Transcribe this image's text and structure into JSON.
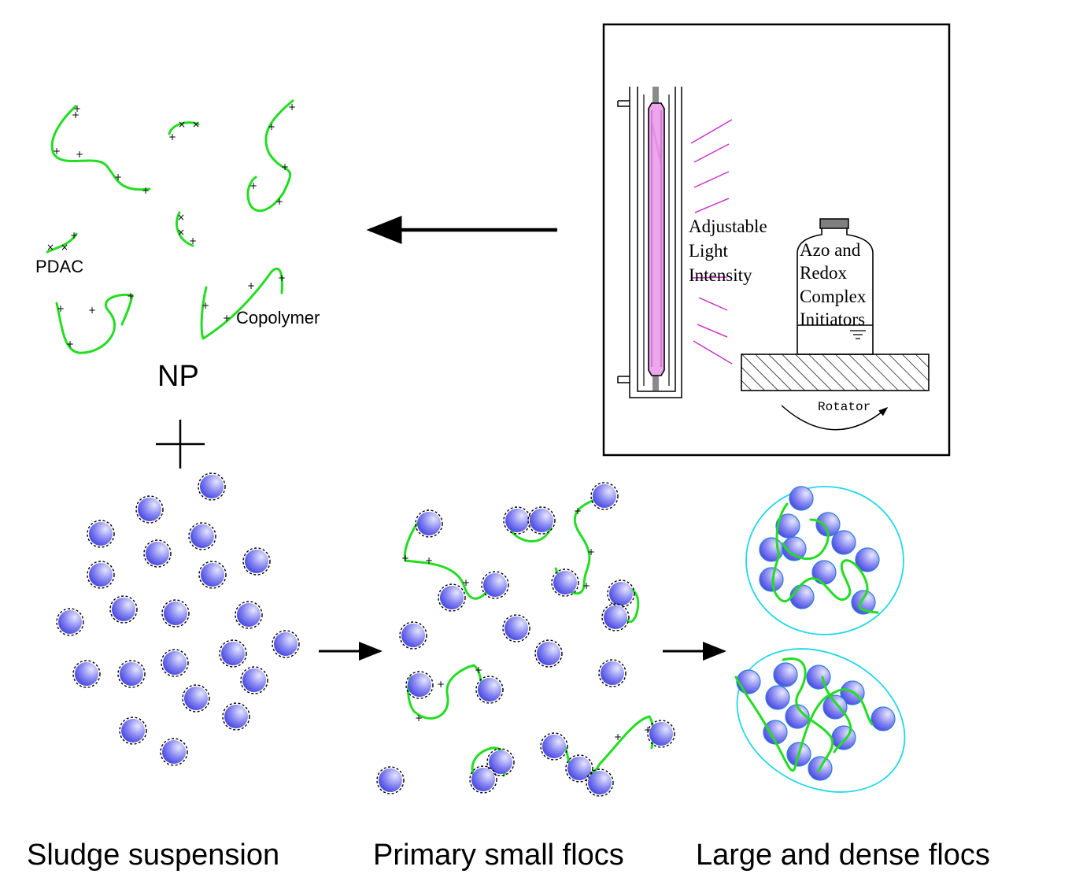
{
  "labels": {
    "pdac": "PDAC",
    "copolymer": "Copolymer",
    "np": "NP",
    "light": [
      "Adjustable",
      "Light",
      "Intensity"
    ],
    "bottle": [
      "Azo and",
      "Redox",
      "Complex",
      "Initiators"
    ],
    "rotator": "Rotator",
    "stage1": "Sludge suspension",
    "stage2": "Primary small flocs",
    "stage3": "Large and dense flocs"
  },
  "symbols": {
    "plus_operator": "+",
    "charge": "+",
    "charge_alt": "×"
  },
  "colors": {
    "polymer_chain": "#22dd22",
    "particle_fill": "#5b5bea",
    "particle_highlight": "#e6e6ff",
    "particle_outline": "#2b7fd8",
    "floc_boundary": "#22d8e8",
    "uv_rays": "#cc33cc",
    "lamp_tube": "#e9a6ea"
  }
}
